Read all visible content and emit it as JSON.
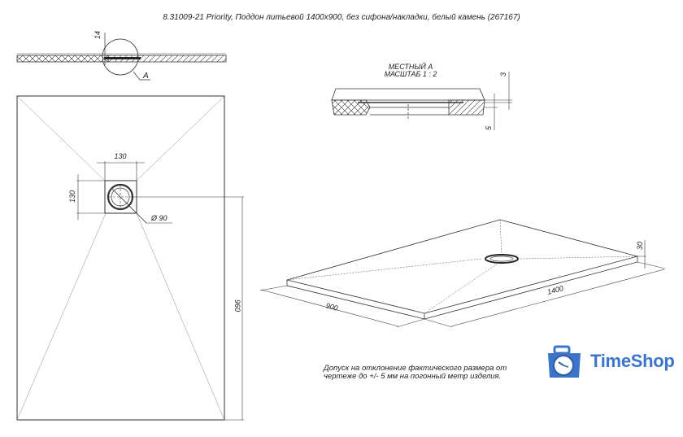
{
  "title": "8.31009-21 Priority, Поддон литьевой 1400x900, без сифона/накладки, белый камень (267167)",
  "section_view": {
    "dim_thickness": "14",
    "callout_label": "A"
  },
  "detail_view": {
    "heading_line1": "МЕСТНЫЙ А",
    "heading_line2": "МАСШТАБ 1 : 2",
    "dim_top": "3",
    "dim_bottom": "5"
  },
  "plan_view": {
    "drain_width": "130",
    "drain_height": "130",
    "drain_diameter": "Ø 90",
    "length": "960"
  },
  "iso_view": {
    "width": "900",
    "length": "1400",
    "height": "30"
  },
  "note": {
    "line1": "Допуск на отклонение фактического размера от",
    "line2": "чертеже до +/- 5 мм на погонный метр изделия."
  },
  "logo": {
    "text": "TimeShop",
    "color": "#3b74c9"
  }
}
